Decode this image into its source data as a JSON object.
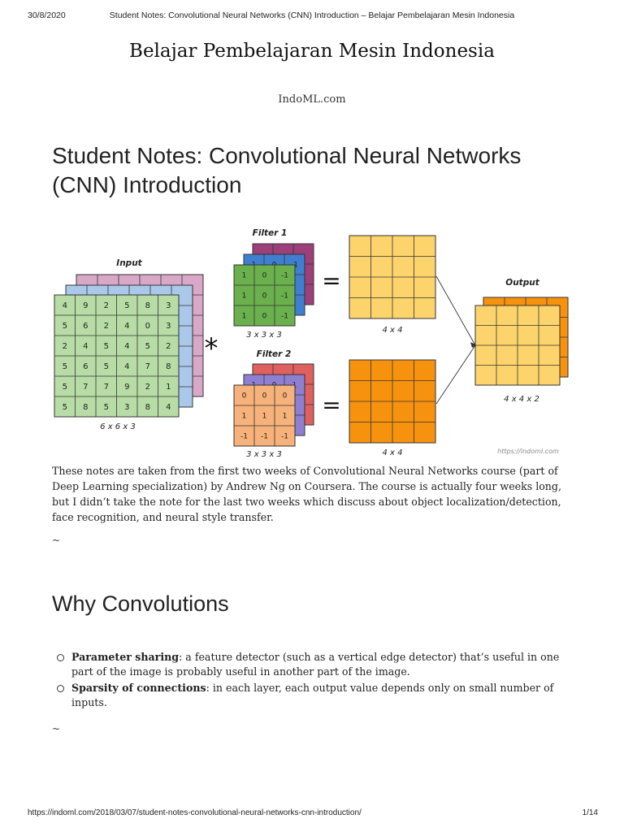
{
  "header": {
    "date": "30/8/2020",
    "title": "Student Notes: Convolutional Neural Networks (CNN) Introduction – Belajar Pembelajaran Mesin Indonesia"
  },
  "site": {
    "title": "Belajar Pembelajaran Mesin Indonesia",
    "subtitle": "IndoML.com"
  },
  "post": {
    "title": "Student Notes: Convolutional Neural Networks (CNN) Introduction"
  },
  "figure": {
    "input_label": "Input",
    "input_dims": "6 x 6 x 3",
    "input_grid": [
      [
        "4",
        "9",
        "2",
        "5",
        "8",
        "3"
      ],
      [
        "5",
        "6",
        "2",
        "4",
        "0",
        "3"
      ],
      [
        "2",
        "4",
        "5",
        "4",
        "5",
        "2"
      ],
      [
        "5",
        "6",
        "5",
        "4",
        "7",
        "8"
      ],
      [
        "5",
        "7",
        "7",
        "9",
        "2",
        "1"
      ],
      [
        "5",
        "8",
        "5",
        "3",
        "8",
        "4"
      ]
    ],
    "operator": "*",
    "equals": "=",
    "filter1_label": "Filter 1",
    "filter1_dims": "3 x 3 x 3",
    "filter1_grid": [
      [
        "1",
        "0",
        "-1"
      ],
      [
        "1",
        "0",
        "-1"
      ],
      [
        "1",
        "0",
        "-1"
      ]
    ],
    "filter1_back_row": [
      "1",
      "0",
      "-1"
    ],
    "filter2_label": "Filter 2",
    "filter2_dims": "3 x 3 x 3",
    "filter2_grid": [
      [
        "0",
        "0",
        "0"
      ],
      [
        "1",
        "1",
        "1"
      ],
      [
        "-1",
        "-1",
        "-1"
      ]
    ],
    "filter2_back_row": [
      "1",
      "0",
      "1"
    ],
    "out1_dims": "4 x 4",
    "out2_dims": "4 x 4",
    "output_label": "Output",
    "output_dims": "4 x 4 x 2",
    "watermark": "https://indoml.com",
    "colors": {
      "input_front": "#b8dca6",
      "input_mid": "#aac8ea",
      "input_back": "#d9a8c8",
      "filter1_front": "#6ab04c",
      "filter1_mid": "#3f7fd0",
      "filter1_back": "#9c3f7a",
      "filter2_front": "#f6b27a",
      "filter2_mid": "#8f7fd0",
      "filter2_back": "#e06060",
      "out1": "#fdd46c",
      "out2": "#f7920f"
    }
  },
  "intro": "These notes are taken from the first two weeks of Convolutional Neural Networks course (part of Deep Learning specialization) by Andrew Ng on Coursera. The course is actually four weeks long, but I didn’t take the note for the last two weeks which discuss about object localization/detection, face recognition, and neural style transfer.",
  "tilde": "~",
  "section": {
    "heading": "Why Convolutions",
    "bullets": [
      {
        "term": "Parameter sharing",
        "text": ": a feature detector (such as a vertical edge detector) that’s useful in one part of the image is probably useful in another part of the image."
      },
      {
        "term": "Sparsity of connections",
        "text": ": in each layer, each output value depends only on small number of inputs."
      }
    ]
  },
  "footer": {
    "url": "https://indoml.com/2018/03/07/student-notes-convolutional-neural-networks-cnn-introduction/",
    "page": "1/14"
  }
}
